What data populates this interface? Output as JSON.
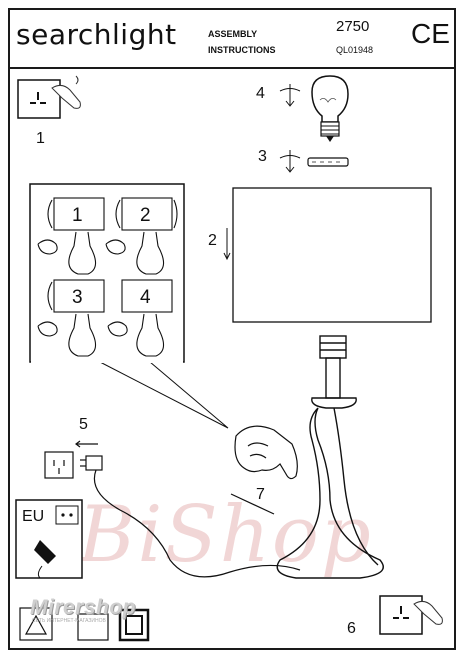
{
  "header": {
    "brand": "searchlight",
    "title_line1": "ASSEMBLY",
    "title_line2": "INSTRUCTIONS",
    "model_number": "2750",
    "reference": "QL01948",
    "mark": "CE"
  },
  "steps": {
    "s1": "1",
    "s2": "2",
    "s3": "3",
    "s4": "4",
    "s5": "5",
    "s6": "6",
    "s7": "7"
  },
  "callout_labels": [
    "1",
    "2",
    "3",
    "4"
  ],
  "plug_region": "EU",
  "watermark": {
    "main": "Mirershop",
    "sub": "СЕТЬ ИНТЕРНЕТ-МАГАЗИНОВ",
    "bg": "BiShop"
  }
}
